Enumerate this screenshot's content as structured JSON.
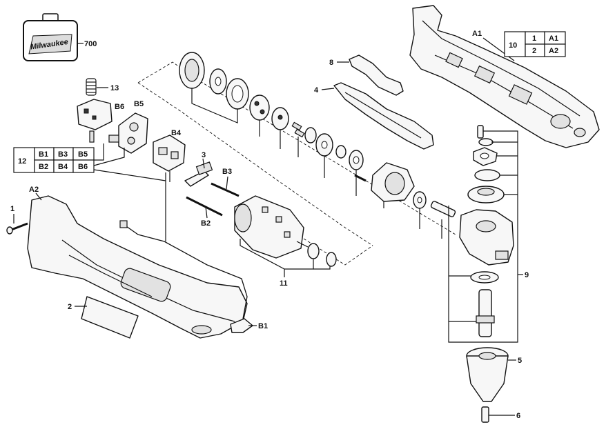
{
  "labels": {
    "p700": "700",
    "pA1": "A1",
    "pA2": "A2",
    "p1": "1",
    "p2": "2",
    "p3": "3",
    "p4": "4",
    "p5": "5",
    "p6": "6",
    "p8": "8",
    "p9": "9",
    "p11": "11",
    "p13": "13",
    "pB1": "B1",
    "pB2": "B2",
    "pB3": "B3",
    "pB4": "B4",
    "pB5": "B5",
    "pB6": "B6"
  },
  "kit_table_10": {
    "group": "10",
    "rows": [
      [
        "1",
        "A1"
      ],
      [
        "2",
        "A2"
      ]
    ]
  },
  "kit_table_12": {
    "group": "12",
    "rows": [
      [
        "B1",
        "B3",
        "B5"
      ],
      [
        "B2",
        "B4",
        "B6"
      ]
    ]
  },
  "case_brand": "Milwaukee"
}
